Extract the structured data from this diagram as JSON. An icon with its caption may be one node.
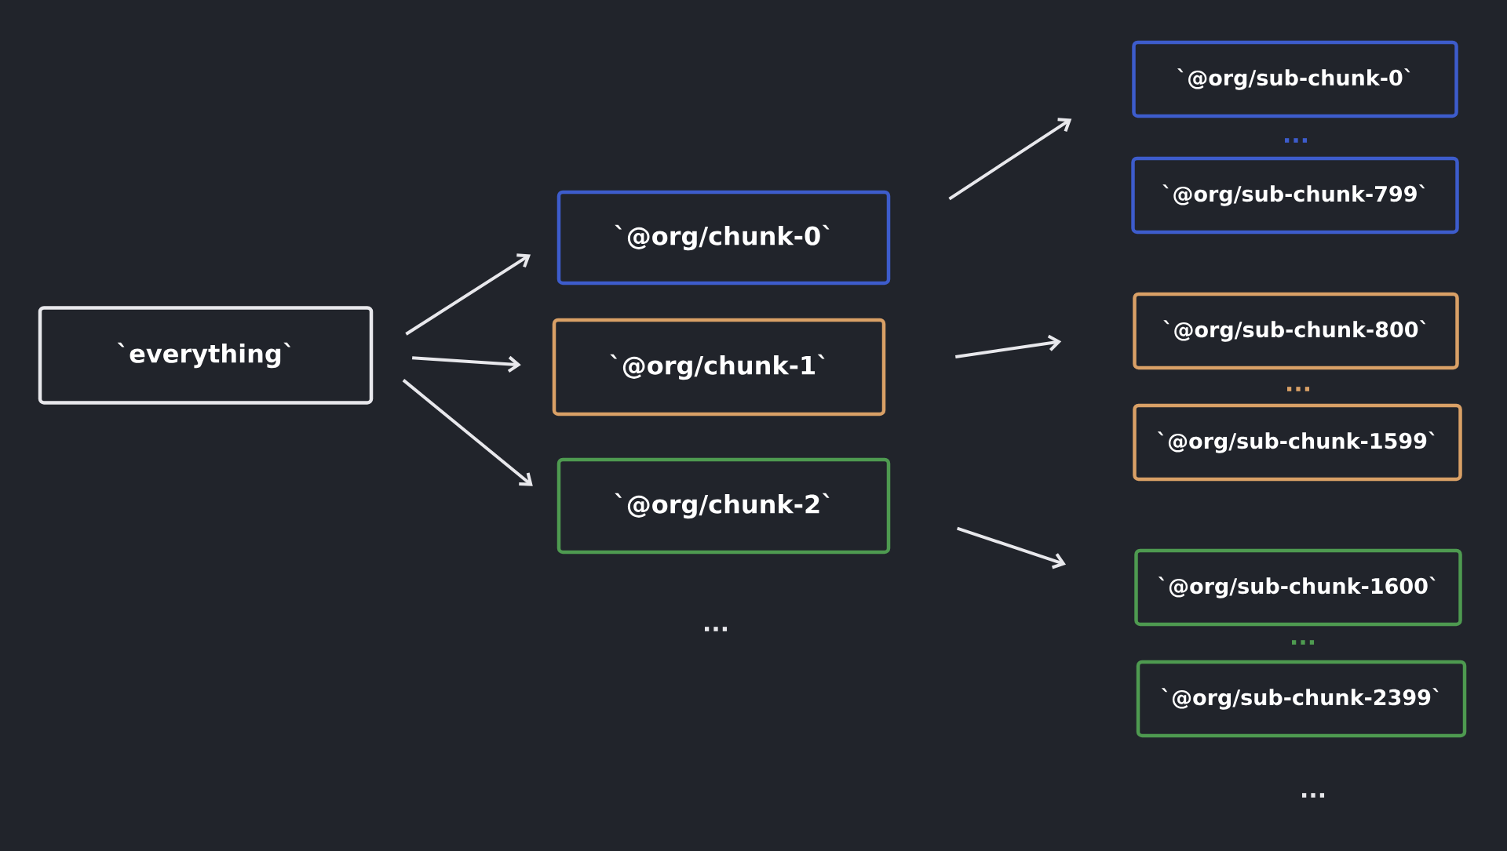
{
  "diagram": {
    "nodes": [
      {
        "text": [
          "`everything`"
        ]
      },
      {
        "text": [
          "`@org/chunk-0`"
        ]
      },
      {
        "text": [
          "`@org/chunk-1`"
        ]
      },
      {
        "text": [
          "`@org/chunk-2`"
        ]
      },
      {
        "text": [
          "`@org/sub-chunk-0`"
        ]
      },
      {
        "text": [
          "`@org/sub-chunk-799`"
        ]
      },
      {
        "text": [
          "`@org/sub-chunk-800`"
        ]
      },
      {
        "text": [
          "`@org/sub-chunk-1599`"
        ]
      },
      {
        "text": [
          "`@org/sub-chunk-1600`"
        ]
      },
      {
        "text": [
          "`@org/sub-chunk-2399`"
        ]
      }
    ],
    "edges": [
      {
        "from": 0,
        "to": 1,
        "arrow": "to"
      },
      {
        "from": 0,
        "to": 2,
        "arrow": "to"
      },
      {
        "from": 0,
        "to": 3,
        "arrow": "to"
      },
      {
        "from": 1,
        "to": 4,
        "arrow": "to"
      },
      {
        "from": 2,
        "to": 6,
        "arrow": "to"
      },
      {
        "from": 3,
        "to": 8,
        "arrow": "to"
      }
    ],
    "labels": [
      "...",
      "...",
      "...",
      "...",
      "..."
    ]
  }
}
